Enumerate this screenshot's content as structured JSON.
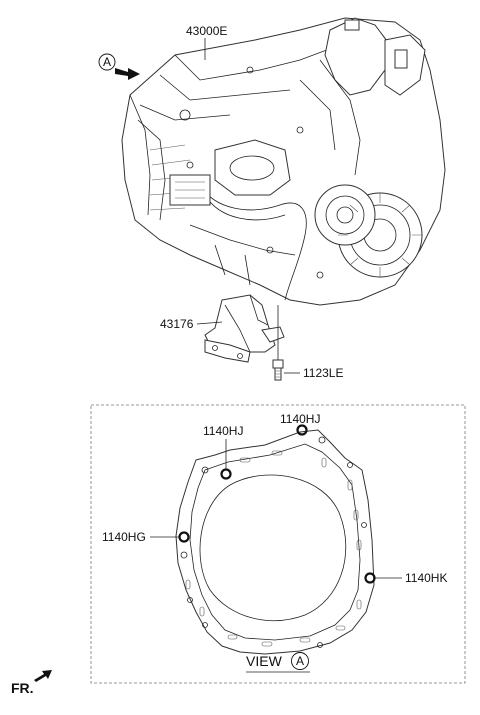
{
  "callouts": {
    "transaxle": "43000E",
    "bracket": "43176",
    "bolt": "1123LE",
    "pin_top_left": "1140HJ",
    "pin_top_right": "1140HJ",
    "pin_left": "1140HG",
    "pin_right": "1140HK"
  },
  "view": {
    "marker_letter": "A",
    "title_prefix": "VIEW",
    "title_letter": "A"
  },
  "front_indicator": {
    "label": "FR."
  }
}
